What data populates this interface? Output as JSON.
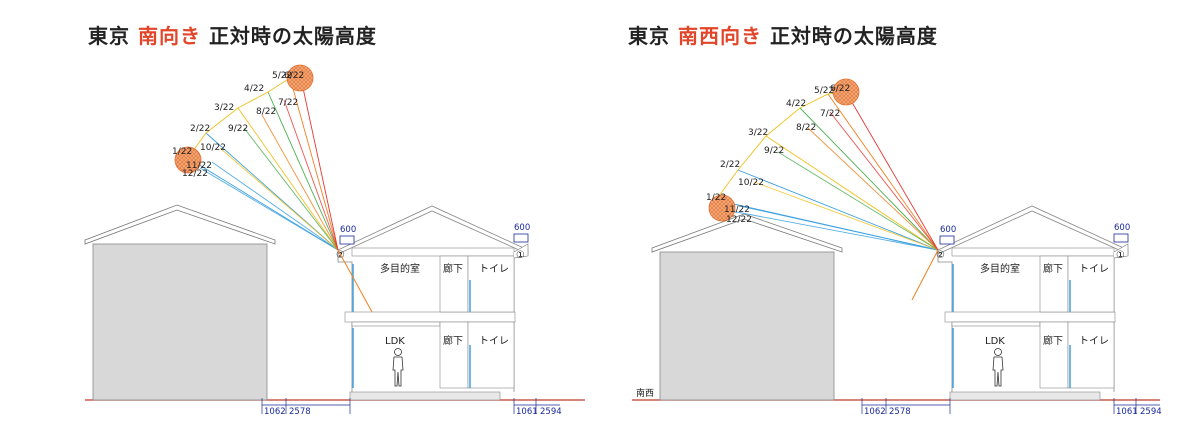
{
  "panels": [
    {
      "title_prefix": "東京",
      "title_accent": "南向き",
      "title_suffix": "正対時の太陽高度",
      "sun_dates_upper": [
        "1/22",
        "2/22",
        "3/22",
        "4/22",
        "5/22",
        "6/22"
      ],
      "sun_dates_lower": [
        "12/22",
        "11/22",
        "10/22",
        "9/22",
        "8/22",
        "7/22"
      ],
      "rooms": {
        "upper_main": "多目的室",
        "upper_hall": "廊下",
        "upper_toilet": "トイレ",
        "lower_main": "LDK",
        "lower_hall": "廊下",
        "lower_toilet": "トイレ"
      },
      "eave_dim_left": "600",
      "eave_dim_right": "600",
      "marker_left": "②",
      "marker_right": "①",
      "bottom_dims": [
        "1062",
        "2578",
        "1061",
        "2594"
      ],
      "direction_label": ""
    },
    {
      "title_prefix": "東京",
      "title_accent": "南西向き",
      "title_suffix": "正対時の太陽高度",
      "sun_dates_upper": [
        "1/22",
        "2/22",
        "3/22",
        "4/22",
        "5/22",
        "6/22"
      ],
      "sun_dates_lower": [
        "12/22",
        "11/22",
        "10/22",
        "9/22",
        "8/22",
        "7/22"
      ],
      "rooms": {
        "upper_main": "多目的室",
        "upper_hall": "廊下",
        "upper_toilet": "トイレ",
        "lower_main": "LDK",
        "lower_hall": "廊下",
        "lower_toilet": "トイレ"
      },
      "eave_dim_left": "600",
      "eave_dim_right": "600",
      "marker_left": "②",
      "marker_right": "①",
      "bottom_dims": [
        "1062",
        "2578",
        "1061",
        "2594"
      ],
      "direction_label": "南西"
    }
  ],
  "colors": {
    "accent": "#e2462a",
    "ground": "#c0392b",
    "sun_fill": "#f4a97a",
    "ray_winter": "#3aa0e0",
    "ray_spring": "#f0c020",
    "ray_mid": "#4caf50",
    "ray_summer": "#f08020",
    "ray_june": "#e53935",
    "house_fill": "#d8d8d8",
    "window": "#4da6e0",
    "dim": "#1a2a9a"
  }
}
